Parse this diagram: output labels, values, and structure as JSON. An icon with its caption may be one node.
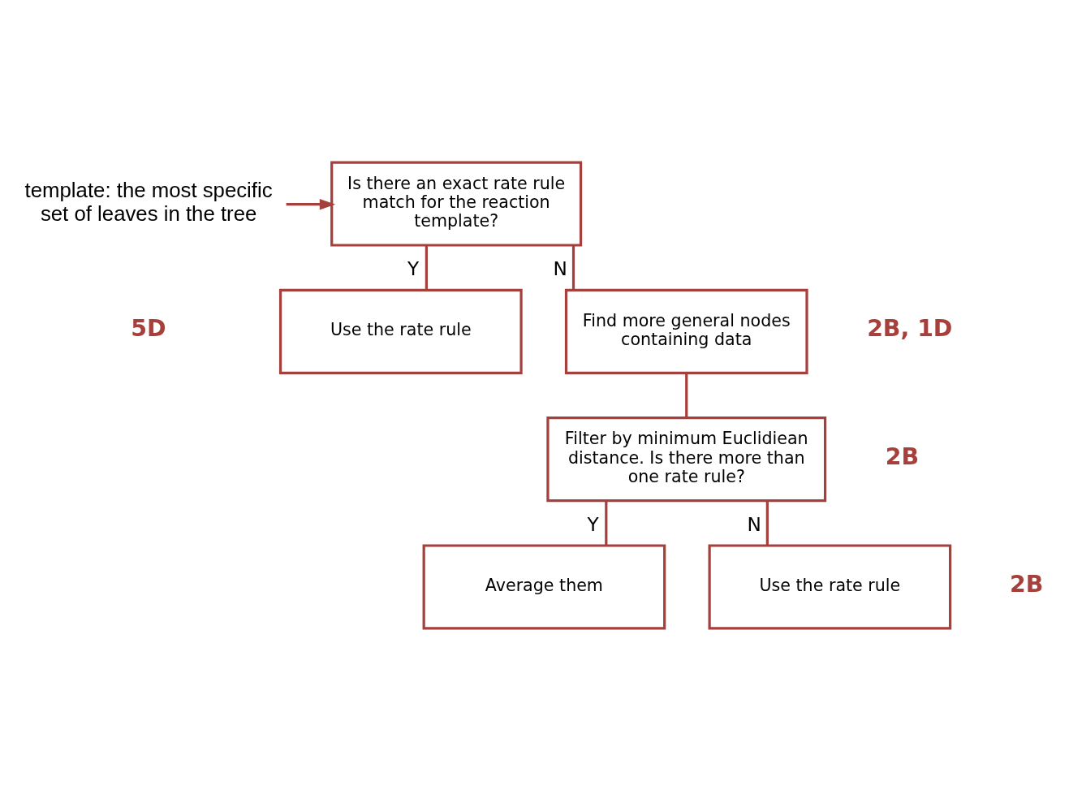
{
  "diagram": {
    "nodes": [
      {
        "text": [
          "template: the most specific set of leaves in the tree"
        ]
      },
      {
        "text": [
          "Is there an exact rate rule match for the reaction template?"
        ]
      },
      {
        "text": [
          "Use the rate rule"
        ]
      },
      {
        "text": [
          "Find more general nodes containing data"
        ],
        "beside": [
          "2B, 1D"
        ]
      },
      {
        "text": [
          "Filter by minimum Euclidiean distance. Is there more than one rate rule?"
        ],
        "beside": [
          "2B"
        ]
      },
      {
        "text": [
          "Average them"
        ]
      },
      {
        "text": [
          "Use the rate rule"
        ],
        "beside": [
          "2B"
        ]
      }
    ],
    "edges": [
      {
        "from": 0,
        "to": 1,
        "arrow": "to"
      },
      {
        "from": 1,
        "to": 2,
        "arrow": "none",
        "label": "Y"
      },
      {
        "from": 1,
        "to": 3,
        "arrow": "none",
        "label": "N"
      },
      {
        "from": 3,
        "to": 4,
        "arrow": "none"
      },
      {
        "from": 4,
        "to": 5,
        "arrow": "none",
        "label": "Y"
      },
      {
        "from": 4,
        "to": 6,
        "arrow": "none",
        "label": "N"
      }
    ],
    "labels": [
      "5D"
    ]
  }
}
